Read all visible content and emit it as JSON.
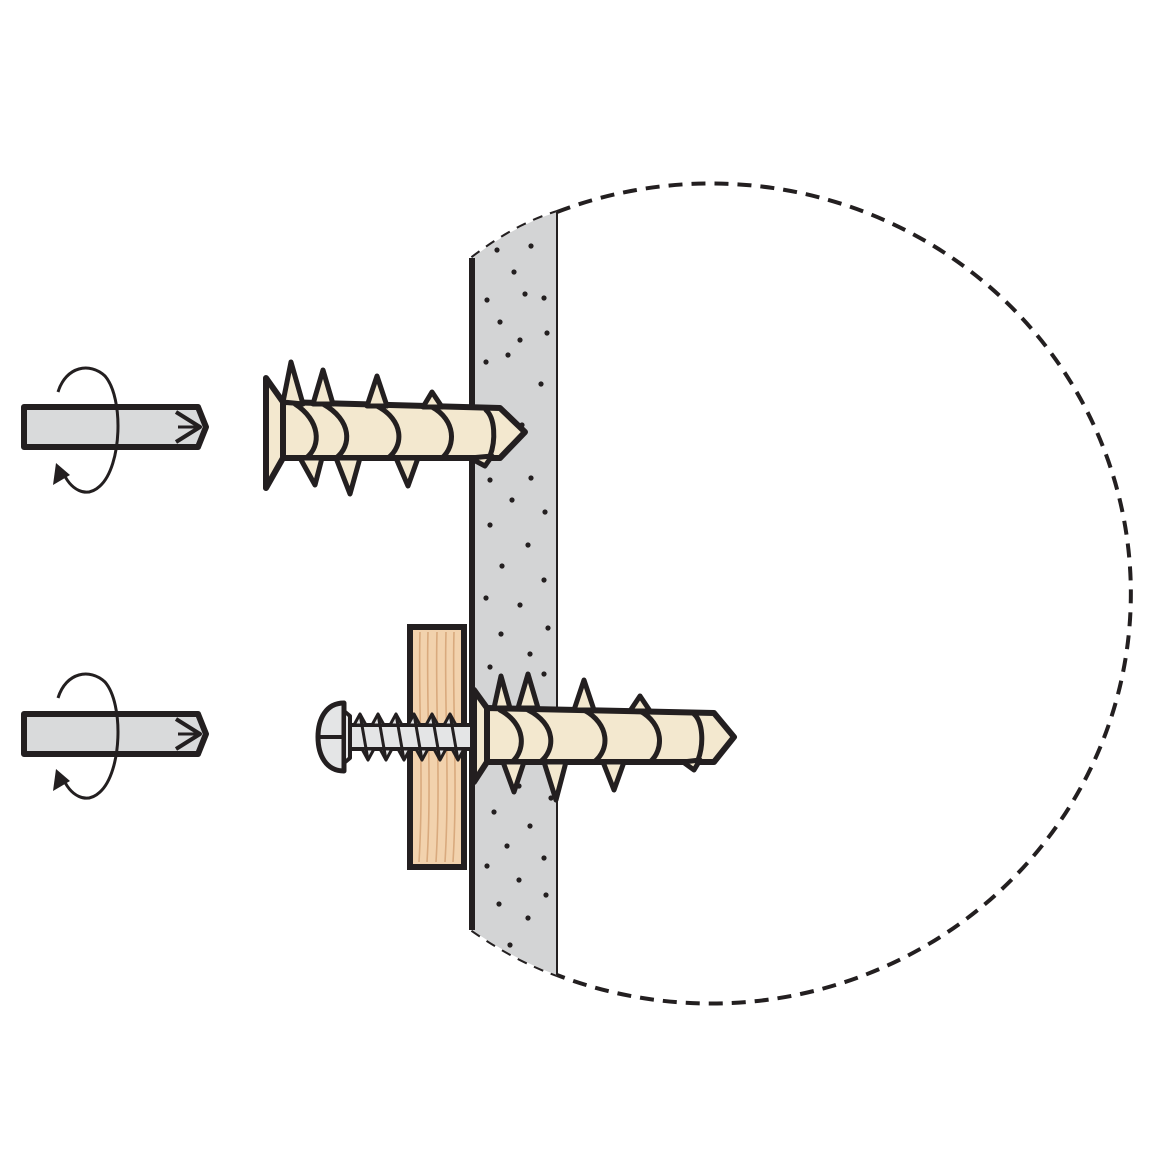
{
  "diagram": {
    "kind": "installation-illustration",
    "steps": [
      {
        "tool": "screwdriver-bit",
        "rotation": "clockwise",
        "part": "self-drilling-drywall-anchor"
      },
      {
        "tool": "screwdriver-bit",
        "rotation": "clockwise",
        "part": "pan-head-screw",
        "attaches": "wood-board"
      }
    ],
    "colors": {
      "outline": "#231f20",
      "bit_fill": "#d9dadb",
      "anchor_fill": "#f3e8cf",
      "wall_fill": "#d3d4d5",
      "wood_fill": "#f2d2ad",
      "wood_grain": "#d9aa7e",
      "screw_fill": "#e4e5e6"
    }
  }
}
